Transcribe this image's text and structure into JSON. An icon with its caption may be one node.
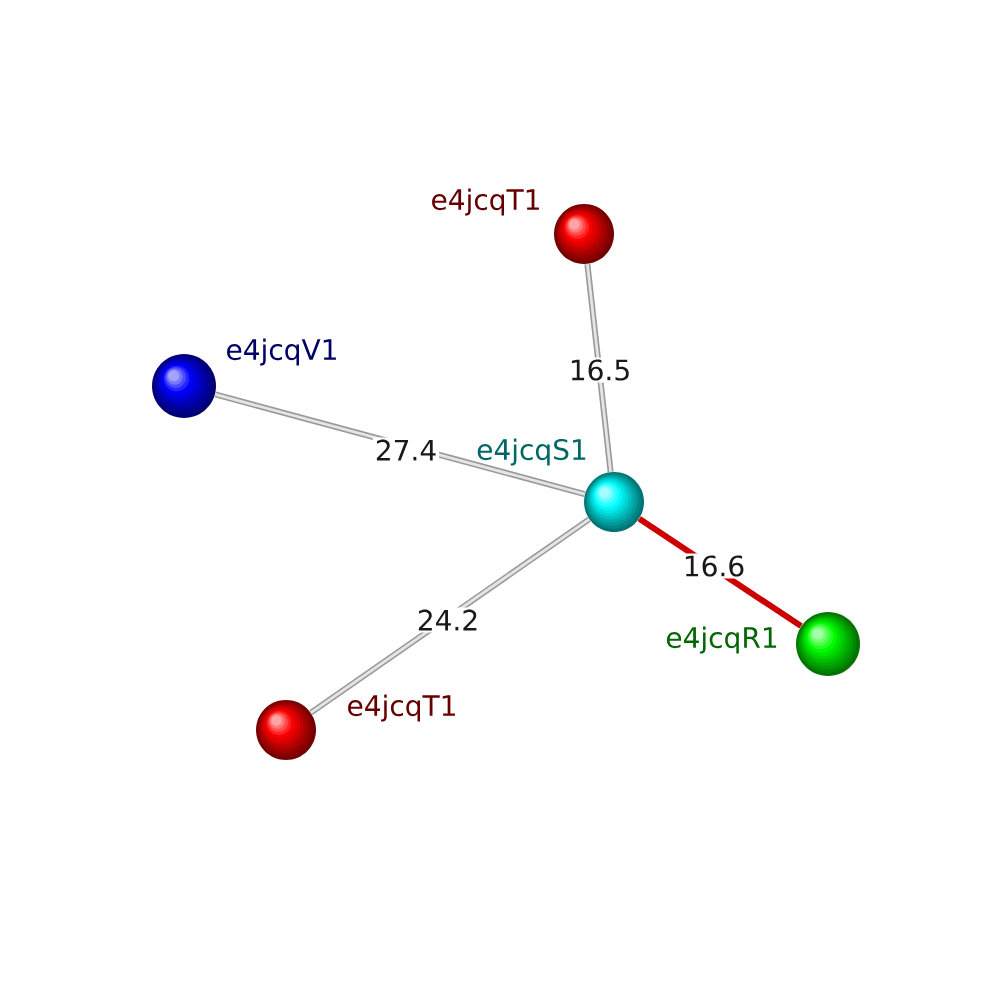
{
  "diagram": {
    "nodes": [
      {
        "text": [
          "e4jcqT1"
        ]
      },
      {
        "text": [
          "e4jcqV1"
        ]
      },
      {
        "text": [
          "e4jcqS1"
        ]
      },
      {
        "text": [
          "e4jcqR1"
        ]
      },
      {
        "text": [
          "e4jcqT1"
        ]
      }
    ],
    "edges": [
      {
        "from": 2,
        "to": 0,
        "arrow": "none",
        "label": "16.5"
      },
      {
        "from": 1,
        "to": 2,
        "arrow": "none",
        "label": "27.4"
      },
      {
        "from": 2,
        "to": 4,
        "arrow": "none",
        "label": "24.2"
      },
      {
        "from": 2,
        "to": 3,
        "arrow": "none",
        "label": "16.6",
        "color": "#cc0000"
      }
    ]
  }
}
